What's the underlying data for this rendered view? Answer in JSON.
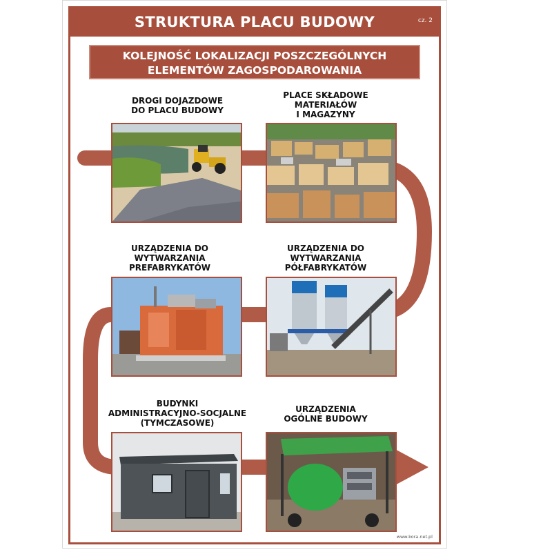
{
  "poster": {
    "title": "STRUKTURA PLACU BUDOWY",
    "part": "cz. 2",
    "subtitle_line1": "KOLEJNOŚĆ LOKALIZACJI POSZCZEGÓLNYCH",
    "subtitle_line2": "ELEMENTÓW ZAGOSPODAROWANIA",
    "footer": "www.kora.net.pl"
  },
  "steps": [
    {
      "line1": "DROGI DOJAZDOWE",
      "line2": "DO PLACU BUDOWY",
      "line3": ""
    },
    {
      "line1": "PLACE SKŁADOWE",
      "line2": "MATERIAŁÓW",
      "line3": "I MAGAZYNY"
    },
    {
      "line1": "URZĄDZENIA DO",
      "line2": "WYTWARZANIA",
      "line3": "PREFABRYKATÓW"
    },
    {
      "line1": "URZĄDZENIA DO",
      "line2": "WYTWARZANIA",
      "line3": "PÓŁFABRYKATÓW"
    },
    {
      "line1": "BUDYNKI",
      "line2": "ADMINISTRACYJNO-SOCJALNE",
      "line3": "(TYMCZASOWE)"
    },
    {
      "line1": "URZĄDZENIA",
      "line2": "OGÓLNE BUDOWY",
      "line3": ""
    }
  ],
  "colors": {
    "accent": "#a84e3c",
    "flow": "#b05a48"
  }
}
